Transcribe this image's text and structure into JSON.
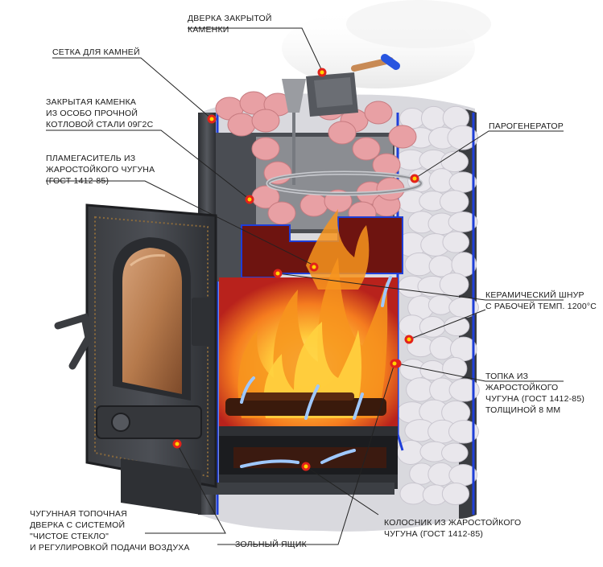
{
  "colors": {
    "steel": "#3f4247",
    "steel_dark": "#2b2d31",
    "firebox_red": "#b8221c",
    "insulation_blue": "#1f3fd8",
    "flame_orange": "#f7941d",
    "flame_yellow": "#ffd23f",
    "stone_pink": "#e8a0a4",
    "stone_white": "#e9e7ec",
    "glass_bronze": "#b67a4c",
    "marker_red": "#e2231a",
    "marker_yellow": "#ffd400",
    "leader": "#222222"
  },
  "labels": [
    {
      "id": "door_closed_heater",
      "lines": [
        "ДВЕРКА ЗАКРЫТОЙ",
        "КАМЕНКИ"
      ]
    },
    {
      "id": "stone_mesh",
      "lines": [
        "СЕТКА ДЛЯ КАМНЕЙ"
      ]
    },
    {
      "id": "closed_heater_steel",
      "lines": [
        "ЗАКРЫТАЯ КАМЕНКА",
        "ИЗ ОСОБО ПРОЧНОЙ",
        "КОТЛОВОЙ СТАЛИ 09Г2С"
      ]
    },
    {
      "id": "flame_divider",
      "lines": [
        "ПЛАМЕГАСИТЕЛЬ ИЗ",
        "ЖАРОСТОЙКОГО ЧУГУНА",
        "(ГОСТ 1412-85)"
      ]
    },
    {
      "id": "steam_generator",
      "lines": [
        "ПАРОГЕНЕРАТОР"
      ]
    },
    {
      "id": "ceramic_cord",
      "lines": [
        "КЕРАМИЧЕСКИЙ ШНУР",
        "С РАБОЧЕЙ ТЕМП. 1200°С"
      ]
    },
    {
      "id": "firebox_cast_iron",
      "lines": [
        "ТОПКА ИЗ",
        "ЖАРОСТОЙКОГО",
        "ЧУГУНА (ГОСТ 1412-85)",
        "ТОЛЩИНОЙ 8 ММ"
      ]
    },
    {
      "id": "firebox_door",
      "lines": [
        "ЧУГУННАЯ ТОПОЧНАЯ",
        "ДВЕРКА С СИСТЕМОЙ",
        "\"ЧИСТОЕ СТЕКЛО\"",
        "И РЕГУЛИРОВКОЙ ПОДАЧИ ВОЗДУХА"
      ]
    },
    {
      "id": "ash_box",
      "lines": [
        "ЗОЛЬНЫЙ ЯЩИК"
      ]
    },
    {
      "id": "grate",
      "lines": [
        "КОЛОСНИК ИЗ ЖАРОСТОЙКОГО",
        "ЧУГУНА (ГОСТ 1412-85)"
      ]
    }
  ]
}
